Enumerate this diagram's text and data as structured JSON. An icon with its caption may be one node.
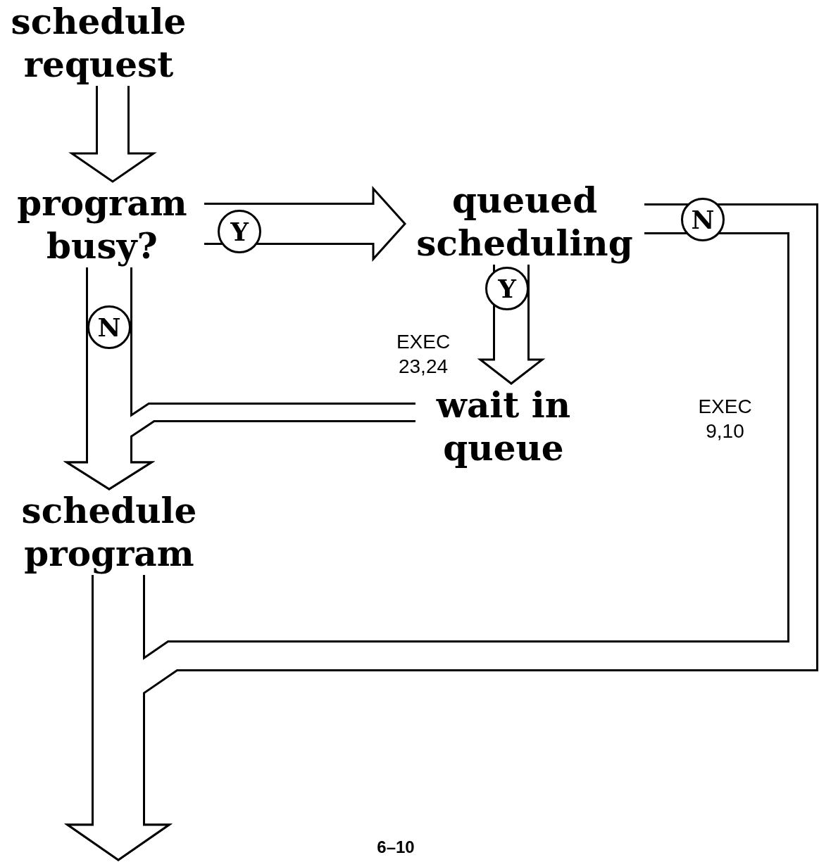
{
  "diagram": {
    "nodes": [
      {
        "text": [
          "schedule request"
        ]
      },
      {
        "text": [
          "program busy?"
        ]
      },
      {
        "text": [
          "queued scheduling"
        ]
      },
      {
        "text": [
          "wait in queue"
        ]
      },
      {
        "text": [
          "schedule program"
        ]
      }
    ],
    "edges": [
      {
        "from": 0,
        "to": 1,
        "arrow": "to"
      },
      {
        "from": 1,
        "to": 2,
        "arrow": "to",
        "label": "Y"
      },
      {
        "from": 2,
        "to": 3,
        "arrow": "to",
        "label": "Y"
      },
      {
        "from": 1,
        "to": 4,
        "arrow": "to",
        "label": "N"
      },
      {
        "from": 3,
        "to": 4,
        "arrow": "to"
      },
      {
        "from": 2,
        "to": null,
        "arrow": "to",
        "label": "N"
      },
      {
        "from": 4,
        "to": null,
        "arrow": "to"
      }
    ],
    "labels": [
      "EXEC 23,24",
      "EXEC 9,10",
      "6–10"
    ]
  }
}
